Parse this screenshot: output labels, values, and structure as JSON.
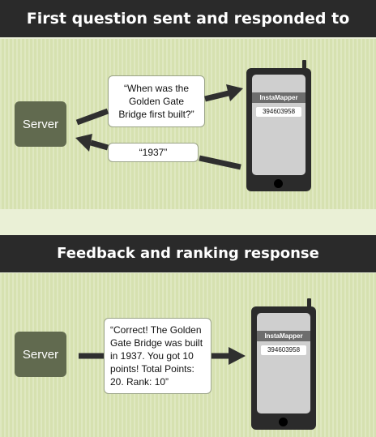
{
  "panels": [
    {
      "title": "First question sent and responded to",
      "server_label": "Server",
      "question": "“When was the Golden Gate Bridge first built?”",
      "answer": "“1937”",
      "app_name": "InstaMapper",
      "device_id": "394603958"
    },
    {
      "title": "Feedback and ranking response",
      "server_label": "Server",
      "feedback": "“Correct! The Golden Gate Bridge was built in 1937. You got 10 points! Total Points: 20. Rank: 10”",
      "app_name": "InstaMapper",
      "device_id": "394603958"
    }
  ],
  "colors": {
    "header_bg": "#2a2a2a",
    "panel_bg": "#d6e1b0",
    "page_bg": "#eaf0d6",
    "server_bg": "#616a4f",
    "phone_body": "#2b2b2b",
    "arrow": "#2f2f2f"
  },
  "icons": [
    "server-box",
    "mobile-phone-icon",
    "arrow-icon"
  ]
}
